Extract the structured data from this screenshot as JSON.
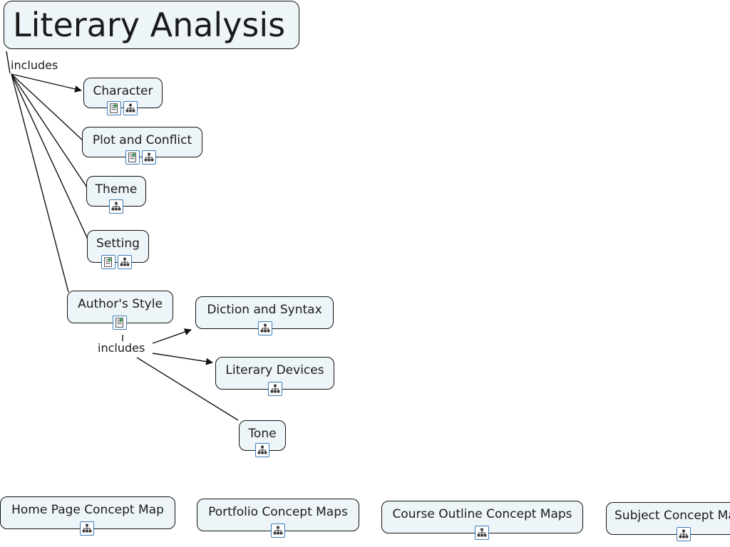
{
  "title": "Literary Analysis",
  "link_labels": {
    "main": "includes",
    "style": "includes"
  },
  "concepts": {
    "character": "Character",
    "plot": "Plot and Conflict",
    "theme": "Theme",
    "setting": "Setting",
    "style": "Author's Style",
    "diction": "Diction and Syntax",
    "devices": "Literary Devices",
    "tone": "Tone"
  },
  "nav": {
    "home": "Home Page Concept Map",
    "portfolio": "Portfolio Concept Maps",
    "course": "Course Outline Concept Maps",
    "subject": "Subject Concept Maps"
  },
  "colors": {
    "node_fill": "#eef5f9",
    "node_border": "#111111",
    "icon_border": "#3b7bb5"
  }
}
